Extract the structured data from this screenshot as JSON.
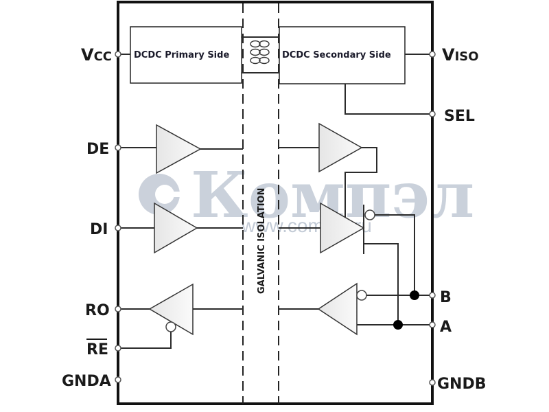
{
  "diagram": {
    "title": "Isolated RS-485 transceiver block diagram",
    "blocks": {
      "primary": "DCDC Primary Side",
      "secondary": "DCDC Secondary Side"
    },
    "isolation_label": "GALVANIC ISOLATION",
    "pins_left": {
      "vcc_main": "V",
      "vcc_sub": "CC",
      "de": "DE",
      "di": "DI",
      "ro": "RO",
      "re": "RE",
      "gnda": "GNDA"
    },
    "pins_right": {
      "viso_main": "V",
      "viso_sub": "ISO",
      "sel": "SEL",
      "b": "B",
      "a": "A",
      "gndb": "GNDB"
    },
    "watermark": {
      "logo": "Компэл",
      "url": "www.compel.ru"
    }
  }
}
